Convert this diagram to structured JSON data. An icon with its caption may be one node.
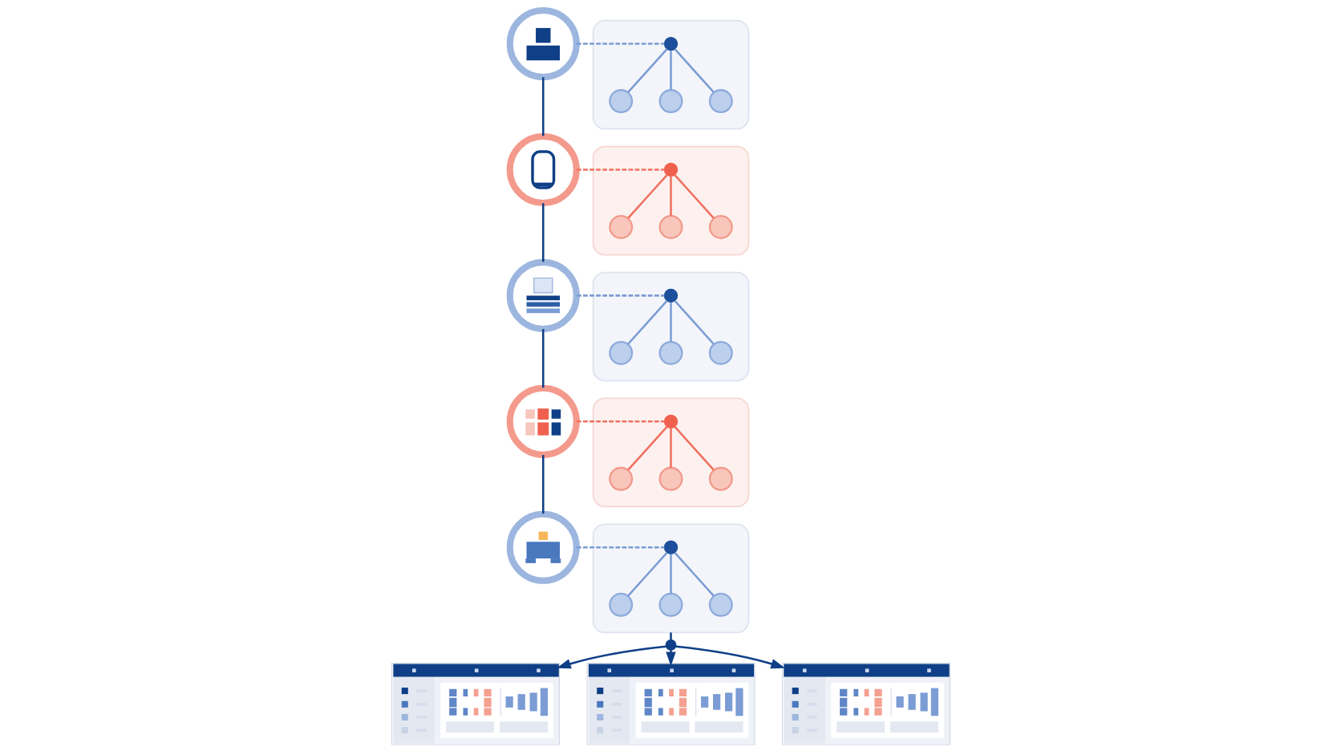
{
  "diagram": {
    "nodes": [
      {
        "text": [],
        "shape": "circle"
      },
      {
        "text": [],
        "shape": "box"
      },
      {
        "text": [],
        "shape": "circle",
        "in": 1
      },
      {
        "text": [],
        "shape": "circle",
        "in": 1
      },
      {
        "text": [],
        "shape": "circle",
        "in": 1
      },
      {
        "text": [],
        "shape": "circle",
        "in": 1
      },
      {
        "text": [],
        "shape": "circle"
      },
      {
        "text": [],
        "shape": "box"
      },
      {
        "text": [],
        "shape": "circle",
        "in": 7
      },
      {
        "text": [],
        "shape": "circle",
        "in": 7
      },
      {
        "text": [],
        "shape": "circle",
        "in": 7
      },
      {
        "text": [],
        "shape": "circle",
        "in": 7
      },
      {
        "text": [],
        "shape": "circle"
      },
      {
        "text": [],
        "shape": "box"
      },
      {
        "text": [],
        "shape": "circle",
        "in": 13
      },
      {
        "text": [],
        "shape": "circle",
        "in": 13
      },
      {
        "text": [],
        "shape": "circle",
        "in": 13
      },
      {
        "text": [],
        "shape": "circle",
        "in": 13
      },
      {
        "text": [],
        "shape": "circle"
      },
      {
        "text": [],
        "shape": "box"
      },
      {
        "text": [],
        "shape": "circle",
        "in": 19
      },
      {
        "text": [],
        "shape": "circle",
        "in": 19
      },
      {
        "text": [],
        "shape": "circle",
        "in": 19
      },
      {
        "text": [],
        "shape": "circle",
        "in": 19
      },
      {
        "text": [],
        "shape": "circle"
      },
      {
        "text": [],
        "shape": "box"
      },
      {
        "text": [],
        "shape": "circle",
        "in": 25
      },
      {
        "text": [],
        "shape": "circle",
        "in": 25
      },
      {
        "text": [],
        "shape": "circle",
        "in": 25
      },
      {
        "text": [],
        "shape": "circle",
        "in": 25
      },
      {
        "text": [],
        "shape": "circle"
      },
      {
        "text": [],
        "shape": "picture"
      },
      {
        "text": [],
        "shape": "picture"
      },
      {
        "text": [],
        "shape": "picture"
      }
    ],
    "edges": [
      {
        "from": 0,
        "to": 2,
        "arrow": "none",
        "style": "dashed"
      },
      {
        "from": 2,
        "to": 3,
        "arrow": "none"
      },
      {
        "from": 2,
        "to": 4,
        "arrow": "none"
      },
      {
        "from": 2,
        "to": 5,
        "arrow": "none"
      },
      {
        "from": 0,
        "to": 6,
        "arrow": "none",
        "color": "#0f3f87"
      },
      {
        "from": 6,
        "to": 8,
        "arrow": "none",
        "style": "dashed",
        "color": "#f0705f"
      },
      {
        "from": 8,
        "to": 9,
        "arrow": "none",
        "color": "#f0705f"
      },
      {
        "from": 8,
        "to": 10,
        "arrow": "none",
        "color": "#f0705f"
      },
      {
        "from": 8,
        "to": 11,
        "arrow": "none",
        "color": "#f0705f"
      },
      {
        "from": 6,
        "to": 12,
        "arrow": "none",
        "color": "#0f3f87"
      },
      {
        "from": 12,
        "to": 14,
        "arrow": "none",
        "style": "dashed"
      },
      {
        "from": 14,
        "to": 15,
        "arrow": "none"
      },
      {
        "from": 14,
        "to": 16,
        "arrow": "none"
      },
      {
        "from": 14,
        "to": 17,
        "arrow": "none"
      },
      {
        "from": 12,
        "to": 18,
        "arrow": "none",
        "color": "#0f3f87"
      },
      {
        "from": 18,
        "to": 20,
        "arrow": "none",
        "style": "dashed",
        "color": "#f0705f"
      },
      {
        "from": 20,
        "to": 21,
        "arrow": "none",
        "color": "#f0705f"
      },
      {
        "from": 20,
        "to": 22,
        "arrow": "none",
        "color": "#f0705f"
      },
      {
        "from": 20,
        "to": 23,
        "arrow": "none",
        "color": "#f0705f"
      },
      {
        "from": 18,
        "to": 24,
        "arrow": "none",
        "color": "#0f3f87"
      },
      {
        "from": 24,
        "to": 26,
        "arrow": "none",
        "style": "dashed"
      },
      {
        "from": 26,
        "to": 27,
        "arrow": "none"
      },
      {
        "from": 26,
        "to": 28,
        "arrow": "none"
      },
      {
        "from": 26,
        "to": 29,
        "arrow": "none"
      },
      {
        "from": 25,
        "to": 30,
        "arrow": "none",
        "color": "#0f3f87"
      },
      {
        "from": 30,
        "to": 31,
        "arrow": "to",
        "color": "#0f3f87"
      },
      {
        "from": 30,
        "to": 32,
        "arrow": "to",
        "color": "#0f3f87"
      },
      {
        "from": 30,
        "to": 33,
        "arrow": "to",
        "color": "#0f3f87"
      }
    ]
  }
}
